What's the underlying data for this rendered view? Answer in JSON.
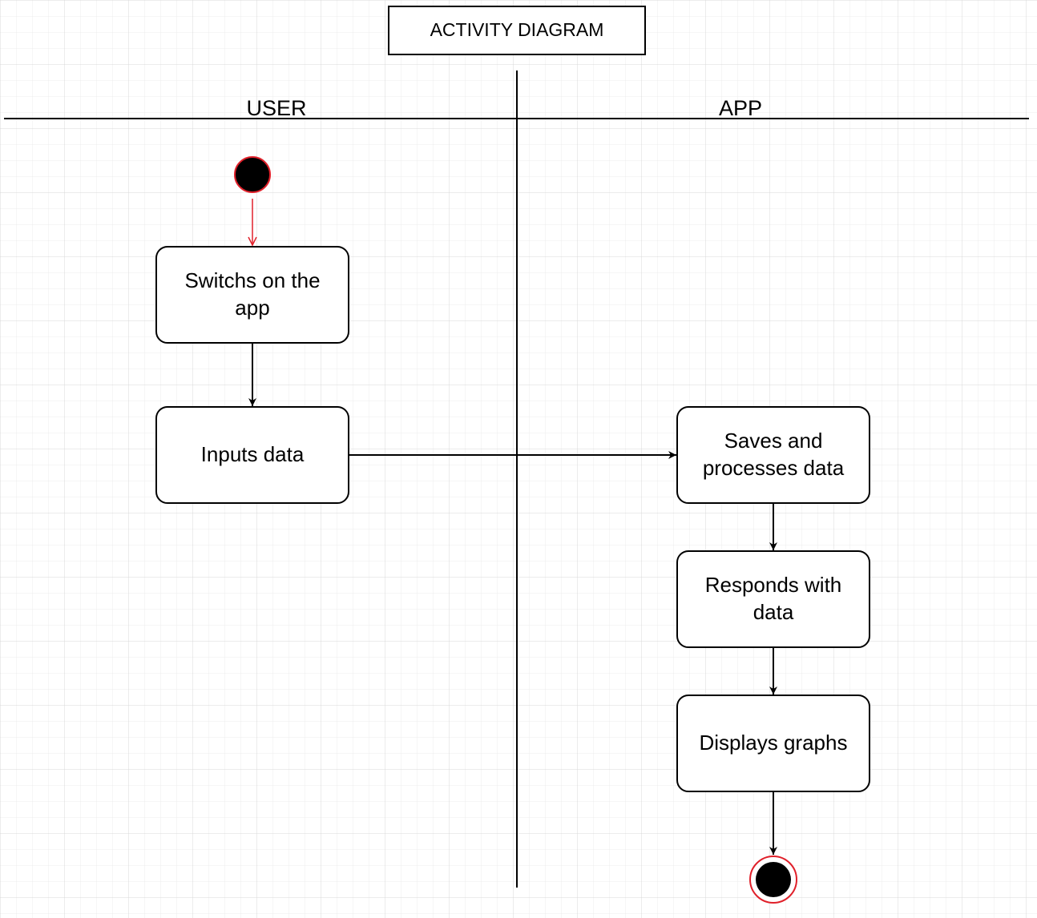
{
  "title": "ACTIVITY DIAGRAM",
  "lanes": {
    "user": "USER",
    "app": "APP"
  },
  "activities": {
    "switch_on": "Switchs on the app",
    "inputs_data": "Inputs data",
    "saves_processes": "Saves and processes data",
    "responds": "Responds with data",
    "displays_graphs": "Displays graphs"
  },
  "colors": {
    "background": "#ffffff",
    "grid": "#e3e3e3",
    "stroke": "#000000",
    "start_end_accent": "#e0202a",
    "node_fill": "#000000"
  }
}
